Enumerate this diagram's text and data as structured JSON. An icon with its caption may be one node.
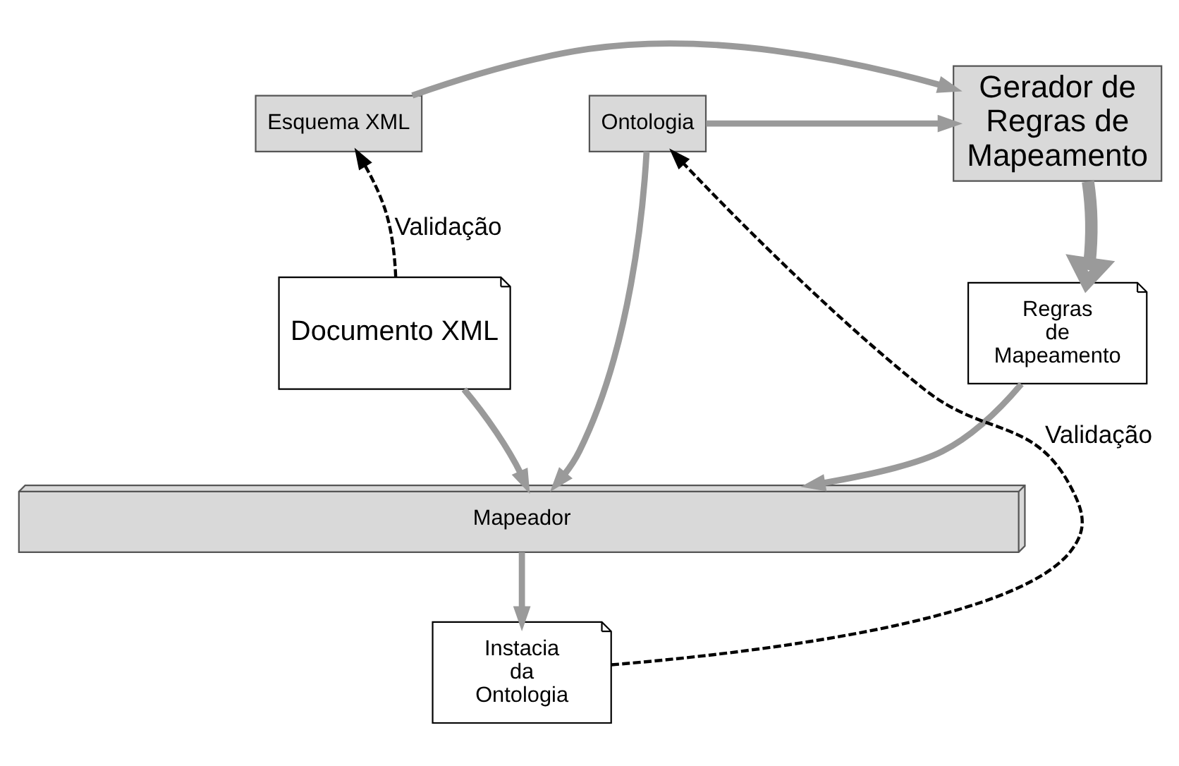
{
  "diagram": {
    "nodes": [
      {
        "text": [
          "Esquema XML"
        ]
      },
      {
        "text": [
          "Gerador de Regras de Mapeamento"
        ]
      },
      {
        "text": [
          "Ontologia"
        ]
      },
      {
        "text": [
          "Documento XML"
        ]
      },
      {
        "text": [
          "Regras de Mapeamento"
        ]
      },
      {
        "text": [
          "Mapeador"
        ]
      },
      {
        "text": [
          "Instacia da Ontologia"
        ]
      }
    ],
    "edges": [
      {
        "from": 0,
        "to": 1,
        "arrow": "to"
      },
      {
        "from": 2,
        "to": 1,
        "arrow": "to"
      },
      {
        "from": 1,
        "to": 4,
        "arrow": "to",
        "style": "thick"
      },
      {
        "from": 3,
        "to": 0,
        "arrow": "to",
        "label": "Validação",
        "style": "dashed",
        "color": "#000000"
      },
      {
        "from": 3,
        "to": 5,
        "arrow": "to"
      },
      {
        "from": 4,
        "to": 5,
        "arrow": "to"
      },
      {
        "from": 2,
        "to": 5,
        "arrow": "to"
      },
      {
        "from": 5,
        "to": 6,
        "arrow": "to"
      },
      {
        "from": 6,
        "to": 2,
        "arrow": "to",
        "label": "Validação",
        "style": "dashed",
        "color": "#000000"
      }
    ]
  }
}
